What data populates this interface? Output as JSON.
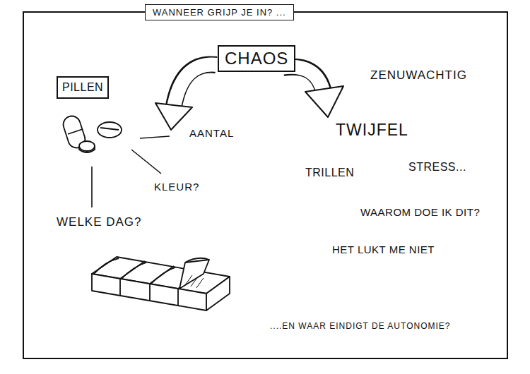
{
  "diagram": {
    "title": "WANNEER GRIJP JE IN? ...",
    "nodes": [
      {
        "text": [
          "CHAOS"
        ]
      },
      {
        "text": [
          "PILLEN"
        ]
      }
    ],
    "labels": [
      "AANTAL",
      "KLEUR?",
      "WELKE DAG?",
      "ZENUWACHTIG",
      "TWIJFEL",
      "TRILLEN",
      "STRESS...",
      "WAAROM DOE IK DIT?",
      "HET LUKT ME NIET",
      "....EN WAAR EINDIGT DE AUTONOMIE?"
    ]
  }
}
